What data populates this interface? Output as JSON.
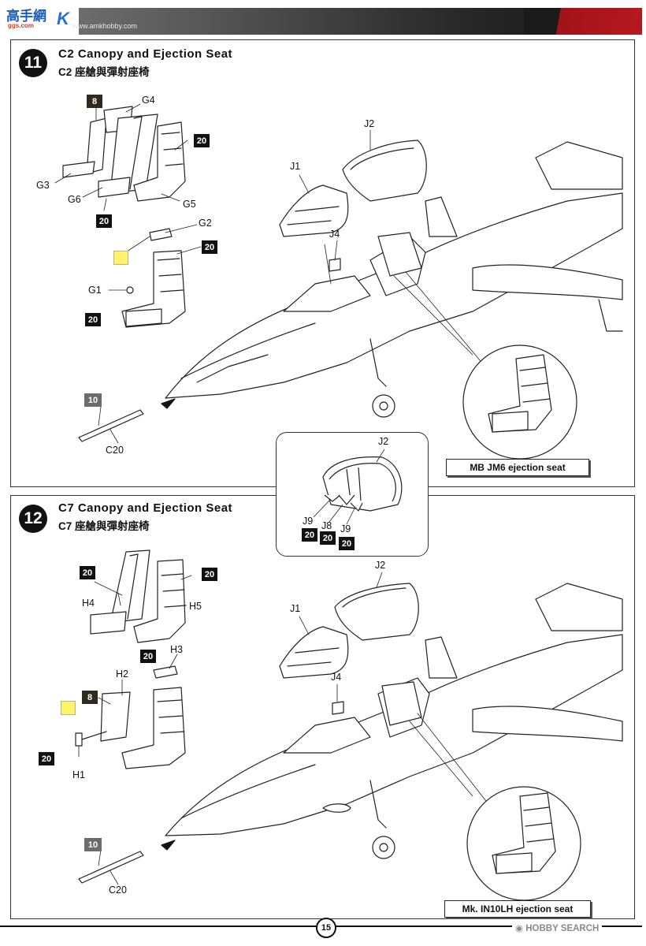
{
  "header": {
    "logo_primary": "高手網",
    "logo_secondary": "ggs.com",
    "logo_tail": "K",
    "url": "www.amkhobby.com"
  },
  "steps": [
    {
      "number": "11",
      "title": "C2 Canopy and Ejection Seat",
      "subtitle": "C2 座艙與彈射座椅",
      "callouts": [
        "G4",
        "G3",
        "G6",
        "G5",
        "G2",
        "G1",
        "J1",
        "J2",
        "J4",
        "C20"
      ],
      "paint_codes": [
        "8",
        "20",
        "20",
        "20",
        "20",
        "10"
      ],
      "caption": "MB JM6 ejection seat"
    },
    {
      "number": "12",
      "title": "C7 Canopy and Ejection Seat",
      "subtitle": "C7 座艙與彈射座椅",
      "callouts": [
        "H4",
        "H5",
        "H3",
        "H2",
        "H1",
        "J1",
        "J2",
        "J4",
        "C20"
      ],
      "paint_codes": [
        "20",
        "20",
        "20",
        "8",
        "20",
        "10"
      ],
      "caption": "Mk. IN10LH ejection seat"
    }
  ],
  "detail": {
    "callouts": [
      "J2",
      "J9",
      "J8",
      "J9"
    ],
    "paint_codes": [
      "20",
      "20",
      "20"
    ]
  },
  "footer": {
    "page_number": "15",
    "watermark": "HOBBY SEARCH"
  },
  "colors": {
    "accent_red": "#b8181e",
    "paint_yellow": "#fff36a",
    "paint_black": "#111111",
    "paint_grey": "#6c6c6c"
  }
}
